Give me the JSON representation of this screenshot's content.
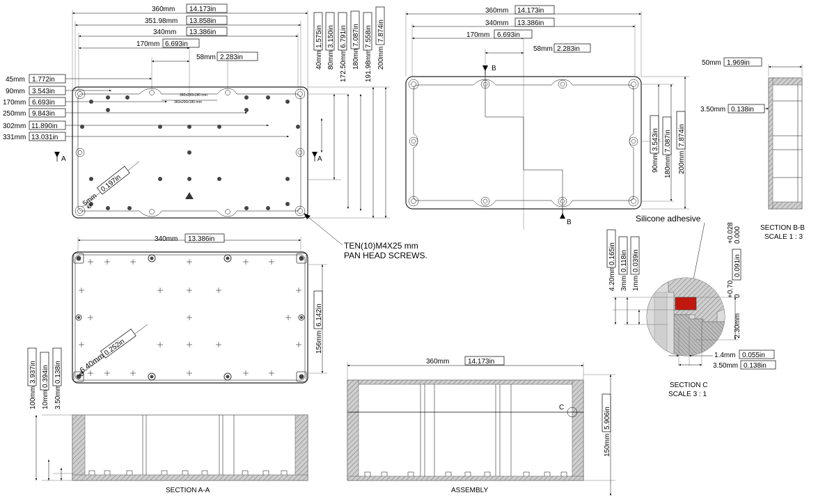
{
  "top_view": {
    "dims_horizontal": [
      {
        "mm": "360mm",
        "in": "14.173in"
      },
      {
        "mm": "351.98mm",
        "in": "13.858in"
      },
      {
        "mm": "340mm",
        "in": "13.386in"
      },
      {
        "mm": "170mm",
        "in": "6.693in"
      },
      {
        "mm": "58mm",
        "in": "2.283in"
      }
    ],
    "dims_left": [
      {
        "mm": "45mm",
        "in": "1.772in"
      },
      {
        "mm": "90mm",
        "in": "3.543in"
      },
      {
        "mm": "170mm",
        "in": "6.693in"
      },
      {
        "mm": "250mm",
        "in": "9.843in"
      },
      {
        "mm": "302mm",
        "in": "11.890in"
      },
      {
        "mm": "331mm",
        "in": "13.031in"
      }
    ],
    "dims_right": [
      {
        "mm": "40mm",
        "in": "1.575in"
      },
      {
        "mm": "80mm",
        "in": "3.150in"
      },
      {
        "mm": "172.50mm",
        "in": "6.791in"
      },
      {
        "mm": "180mm",
        "in": "7.087in"
      },
      {
        "mm": "191.98mm",
        "in": "7.558in"
      },
      {
        "mm": "200mm",
        "in": "7.874in"
      }
    ],
    "hole_dia": {
      "mm": "5mm",
      "in": "0.197in"
    },
    "section_mark": "A",
    "screw_note": [
      "TEN(10)M4X25 mm",
      "PAN HEAD SCREWS."
    ],
    "plate_text": [
      "360x200x180 mm",
      "360x200x180 mm"
    ]
  },
  "bottom_view": {
    "width_dim": {
      "mm": "340mm",
      "in": "13.386in"
    },
    "height_dim": {
      "mm": "156mm",
      "in": "6.142in"
    },
    "hole_dia": {
      "mm": "6.40mm",
      "in": "0.252in"
    }
  },
  "top_right_view": {
    "dims_horizontal": [
      {
        "mm": "360mm",
        "in": "14.173in"
      },
      {
        "mm": "340mm",
        "in": "13.386in"
      },
      {
        "mm": "170mm",
        "in": "6.693in"
      },
      {
        "mm": "58mm",
        "in": "2.283in"
      }
    ],
    "dims_right": [
      {
        "mm": "90mm",
        "in": "3.543in"
      },
      {
        "mm": "180mm",
        "in": "7.087in"
      },
      {
        "mm": "200mm",
        "in": "7.874in"
      }
    ],
    "section_mark": "B"
  },
  "section_bb": {
    "dim_top": {
      "mm": "50mm",
      "in": "1.969in"
    },
    "dim_wall": {
      "mm": "3.50mm",
      "in": "0.138in"
    },
    "title": "SECTION  B-B",
    "scale": "SCALE  1 : 3"
  },
  "section_c": {
    "adhesive_label": "Silicone adhesive",
    "dims_vertical": [
      {
        "mm": "4.20mm",
        "in": "0.165in"
      },
      {
        "mm": "3mm",
        "in": "0.118in"
      },
      {
        "mm": "1mm",
        "in": "0.039in"
      }
    ],
    "tol_upper": [
      "+0.028",
      "0.000"
    ],
    "tol_upper_in": "0.091in",
    "tol_lower": [
      "+0.70",
      "0"
    ],
    "tol_lower_mm": "2.30mm",
    "dims_bottom": [
      {
        "mm": "1.4mm",
        "in": "0.055in"
      },
      {
        "mm": "3.50mm",
        "in": "0.138in"
      }
    ],
    "title": "SECTION  C",
    "scale": "SCALE  3 : 1",
    "adhesive_color": "#c0180f"
  },
  "section_aa": {
    "dims": [
      {
        "mm": "100mm",
        "in": "3.937in"
      },
      {
        "mm": "10mm",
        "in": "0.394in"
      },
      {
        "mm": "3.50mm",
        "in": "0.138in"
      }
    ],
    "title": "SECTION  A-A"
  },
  "assembly": {
    "width_dim": {
      "mm": "360mm",
      "in": "14.173in"
    },
    "height_dim": {
      "mm": "150mm",
      "in": "5.906in"
    },
    "detail_mark": "C",
    "title": "ASSEMBLY"
  }
}
